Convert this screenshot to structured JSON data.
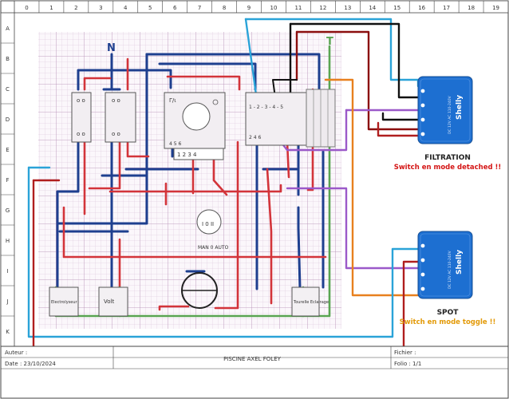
{
  "grid": {
    "columns": [
      "0",
      "1",
      "2",
      "3",
      "4",
      "5",
      "6",
      "7",
      "8",
      "9",
      "10",
      "11",
      "12",
      "13",
      "14",
      "15",
      "16",
      "17",
      "18",
      "19"
    ],
    "rows": [
      "A",
      "B",
      "C",
      "D",
      "E",
      "F",
      "G",
      "H",
      "I",
      "J",
      "K"
    ]
  },
  "sketch": {
    "n_label": "N",
    "t_label": "T",
    "bottom_labels": [
      "Electrolyseur",
      "Volt",
      "Tourelle Eclairage"
    ],
    "selector_label": "MAN 0 AUTO",
    "terminal_top": "1 - 2 - 3 - 4 - 5",
    "terminal_bottom": "1 2 3 4"
  },
  "devices": {
    "filtration": {
      "name": "FILTRATION",
      "note": "Switch en mode detached !!",
      "brand": "Shelly",
      "spec": "DC 12V AC 110-240V"
    },
    "spot": {
      "name": "SPOT",
      "note": "Switch en mode toggle !!",
      "brand": "Shelly",
      "spec": "DC 12V AC 110-240V"
    }
  },
  "title_block": {
    "auteur": "Auteur :",
    "date": "Date : 23/10/2024",
    "title": "PISCINE AXEL FOLEY",
    "fichier": "Fichier :",
    "folio": "Folio : 1/1"
  },
  "colors": {
    "blue_wire": "#1e3f8f",
    "red_wire": "#d3343a",
    "green_wire": "#5aa552",
    "cyan_wire": "#2aa3d8",
    "purple_wire": "#9b59c9",
    "orange_wire": "#e8801e",
    "black_wire": "#111111",
    "darkred_wire": "#8b0e0e",
    "shelly_blue": "#1d6fd1",
    "note_red": "#d41515",
    "note_orange": "#e39a08"
  }
}
